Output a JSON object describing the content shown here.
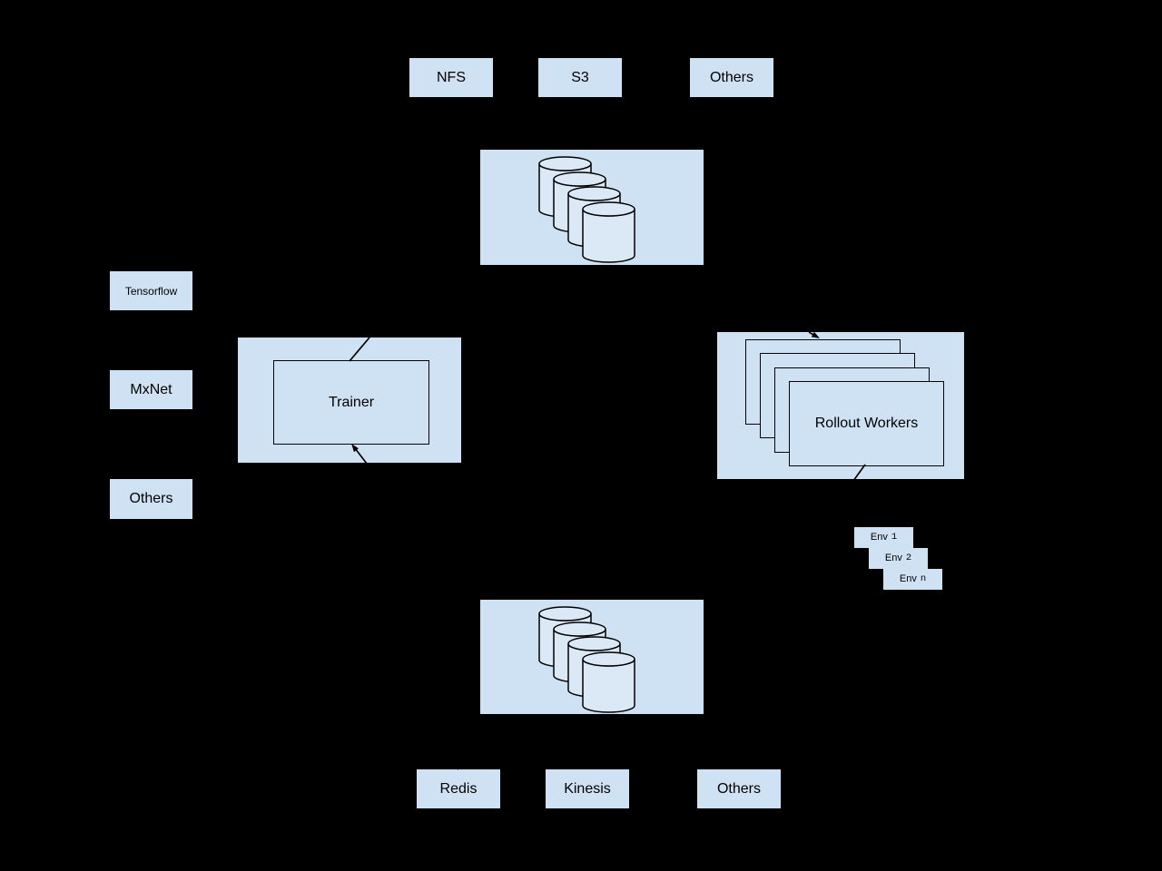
{
  "colors": {
    "background": "#000000",
    "node_fill": "#cfe2f3",
    "cylinder_fill": "#dbe8f6",
    "outline": "#000000",
    "text": "#000000"
  },
  "model_storage_options": {
    "items": [
      {
        "label": "NFS"
      },
      {
        "label": "S3"
      },
      {
        "label": "Others"
      }
    ]
  },
  "model_database": {
    "type": "database-cluster",
    "cylinder_count": 4
  },
  "training_frameworks": {
    "items": [
      {
        "label": "Tensorflow"
      },
      {
        "label": "MxNet"
      },
      {
        "label": "Others"
      }
    ]
  },
  "trainer": {
    "label": "Trainer"
  },
  "rollout_workers": {
    "label": "Rollout Workers",
    "stack_count": 4
  },
  "environments": {
    "items": [
      {
        "prefix": "Env",
        "index": "1"
      },
      {
        "prefix": "Env",
        "index": "2"
      },
      {
        "prefix": "Env",
        "index": "n"
      }
    ]
  },
  "experience_database": {
    "type": "database-cluster",
    "cylinder_count": 4
  },
  "experience_storage_options": {
    "items": [
      {
        "label": "Redis"
      },
      {
        "label": "Kinesis"
      },
      {
        "label": "Others"
      }
    ]
  }
}
